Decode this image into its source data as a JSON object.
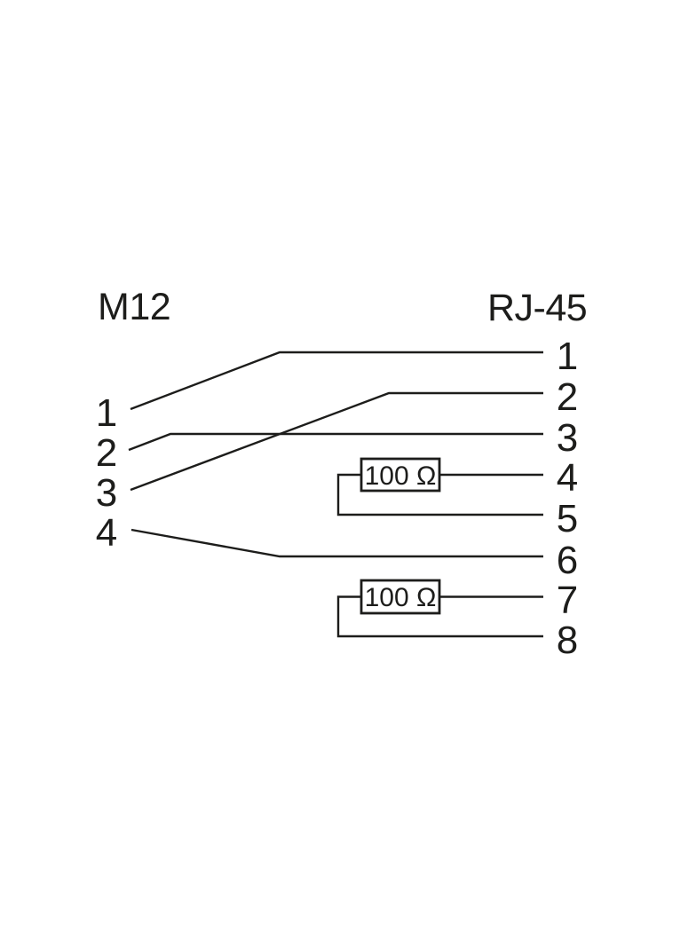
{
  "diagram": {
    "left_connector": {
      "label": "M12",
      "pins": [
        "1",
        "2",
        "3",
        "4"
      ]
    },
    "right_connector": {
      "label": "RJ-45",
      "pins": [
        "1",
        "2",
        "3",
        "4",
        "5",
        "6",
        "7",
        "8"
      ]
    },
    "connections": [
      {
        "from_pin": "M12-1",
        "to_pin": "RJ45-1"
      },
      {
        "from_pin": "M12-2",
        "to_pin": "RJ45-3"
      },
      {
        "from_pin": "M12-3",
        "to_pin": "RJ45-2"
      },
      {
        "from_pin": "M12-4",
        "to_pin": "RJ45-6"
      }
    ],
    "resistors": [
      {
        "label": "100 Ω",
        "between_pins": "RJ45-4 and RJ45-5"
      },
      {
        "label": "100 Ω",
        "between_pins": "RJ45-7 and RJ45-8"
      }
    ],
    "colors": {
      "line": "#1d1d1b",
      "background": "#ffffff"
    }
  }
}
